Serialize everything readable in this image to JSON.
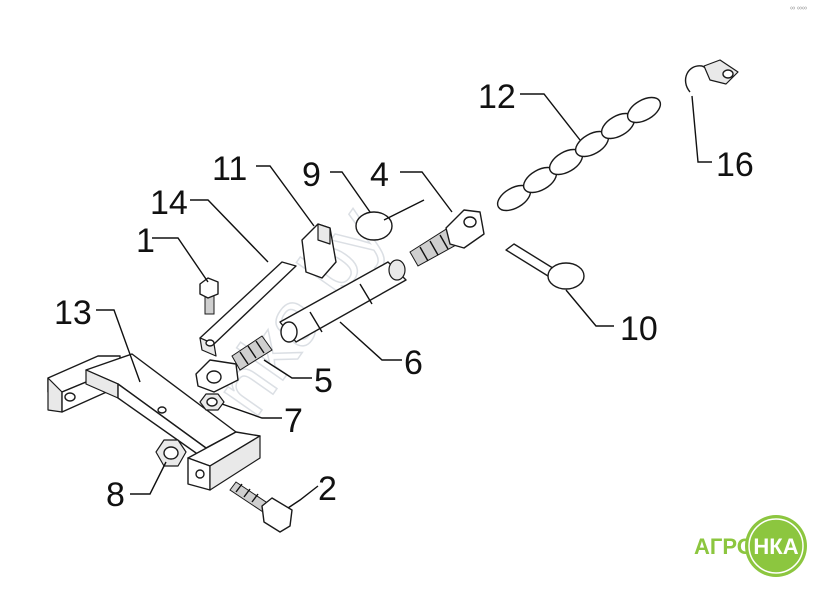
{
  "diagram": {
    "callouts": [
      "1",
      "2",
      "4",
      "5",
      "6",
      "7",
      "8",
      "9",
      "10",
      "11",
      "12",
      "13",
      "14",
      "16"
    ],
    "line_color": "#111111"
  },
  "watermark": {
    "text": "nka.by",
    "color": "#bfc6cf"
  },
  "corner_mark": "∞ ∞∞",
  "logo": {
    "prefix": "АГРО",
    "badge": "НКА",
    "prefix_color": "#8cc63f",
    "badge_color": "#8cc63f"
  }
}
